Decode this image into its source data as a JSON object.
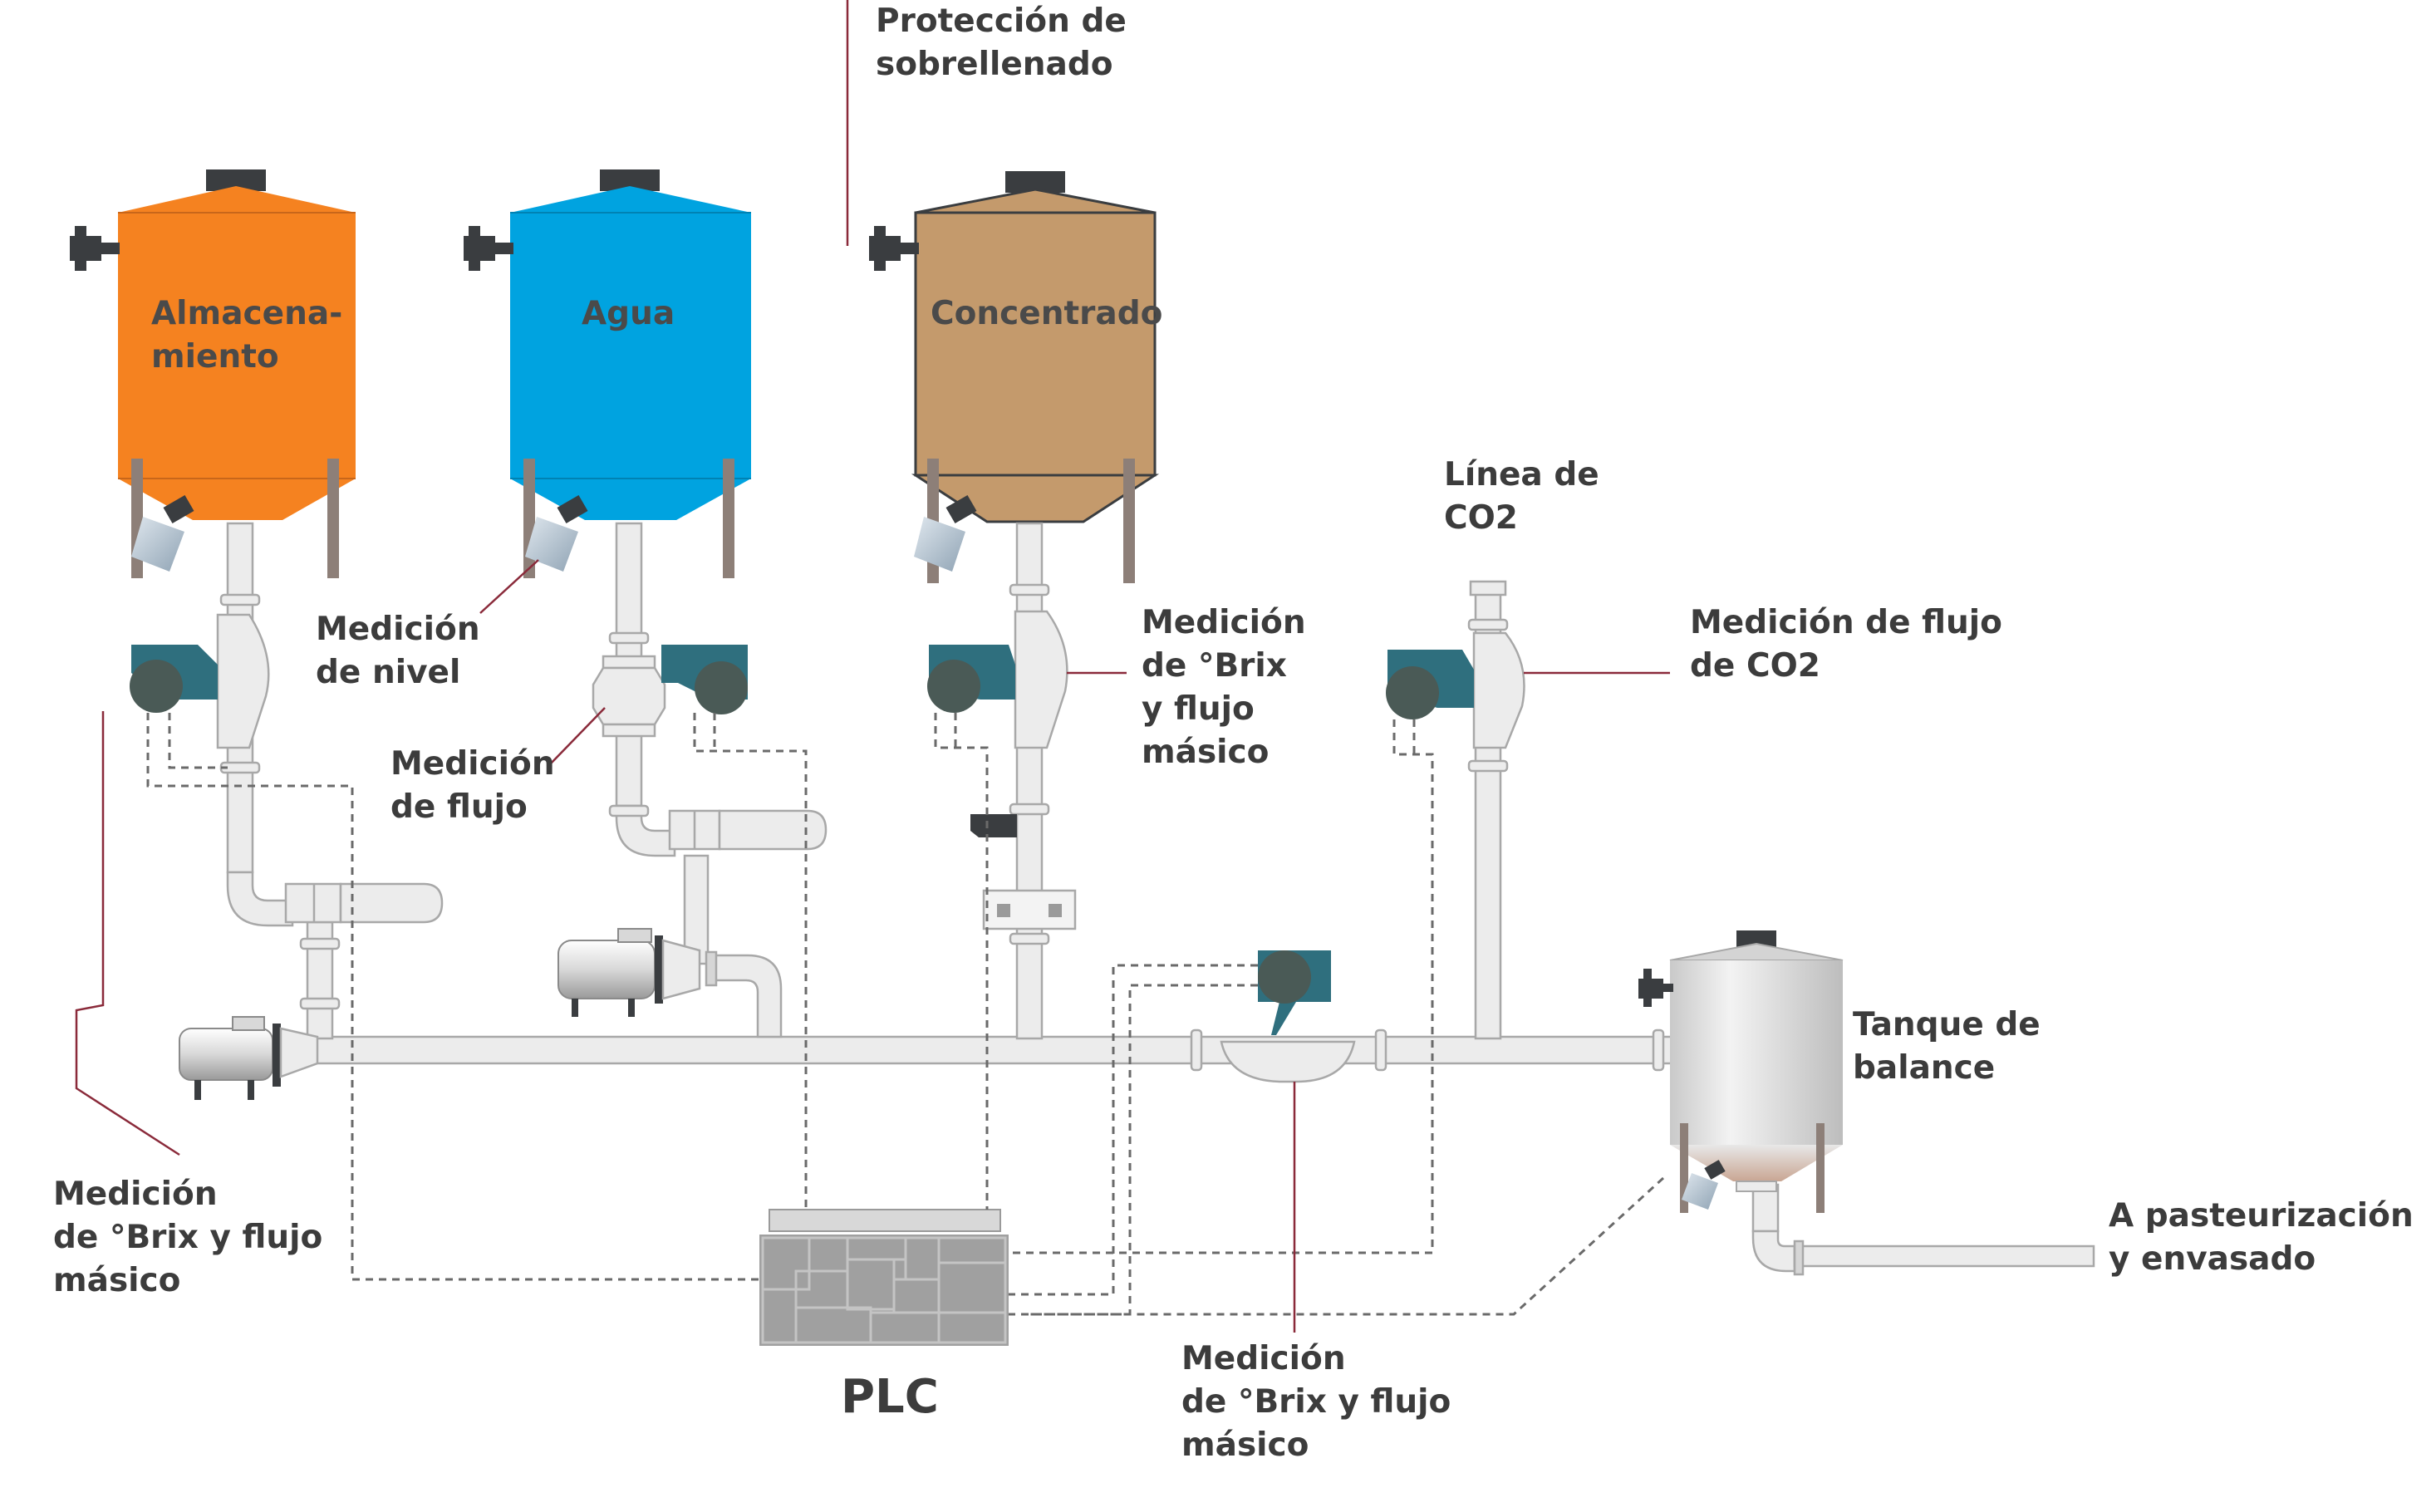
{
  "tanks": {
    "storage": "Almacena-\nmiento",
    "water": "Agua",
    "concentrate": "Concentrado"
  },
  "labels": {
    "overfill": "Protección de\nsobrellenado",
    "level": "Medición\nde nivel",
    "flow": "Medición\nde flujo",
    "brix_top": "Medición\nde °Brix\ny flujo\nmásico",
    "co2_line": "Línea de\nCO2",
    "co2_flow": "Medición de flujo\nde CO2",
    "balance_tank": "Tanque de\nbalance",
    "pasteurization": "A pasteurización\ny envasado",
    "brix_left": "Medición\nde °Brix y flujo\nmásico",
    "brix_bottom": "Medición\nde °Brix y flujo\nmásico",
    "plc": "PLC"
  },
  "colors": {
    "storage_tank": "#f58220",
    "water_tank": "#00a3e0",
    "concentrate_tank": "#c49a6c",
    "sensor_body": "#2f6f7e",
    "sensor_head": "#4a5a56",
    "pipe": "#ececec",
    "leader_line": "#8a2a3a"
  }
}
